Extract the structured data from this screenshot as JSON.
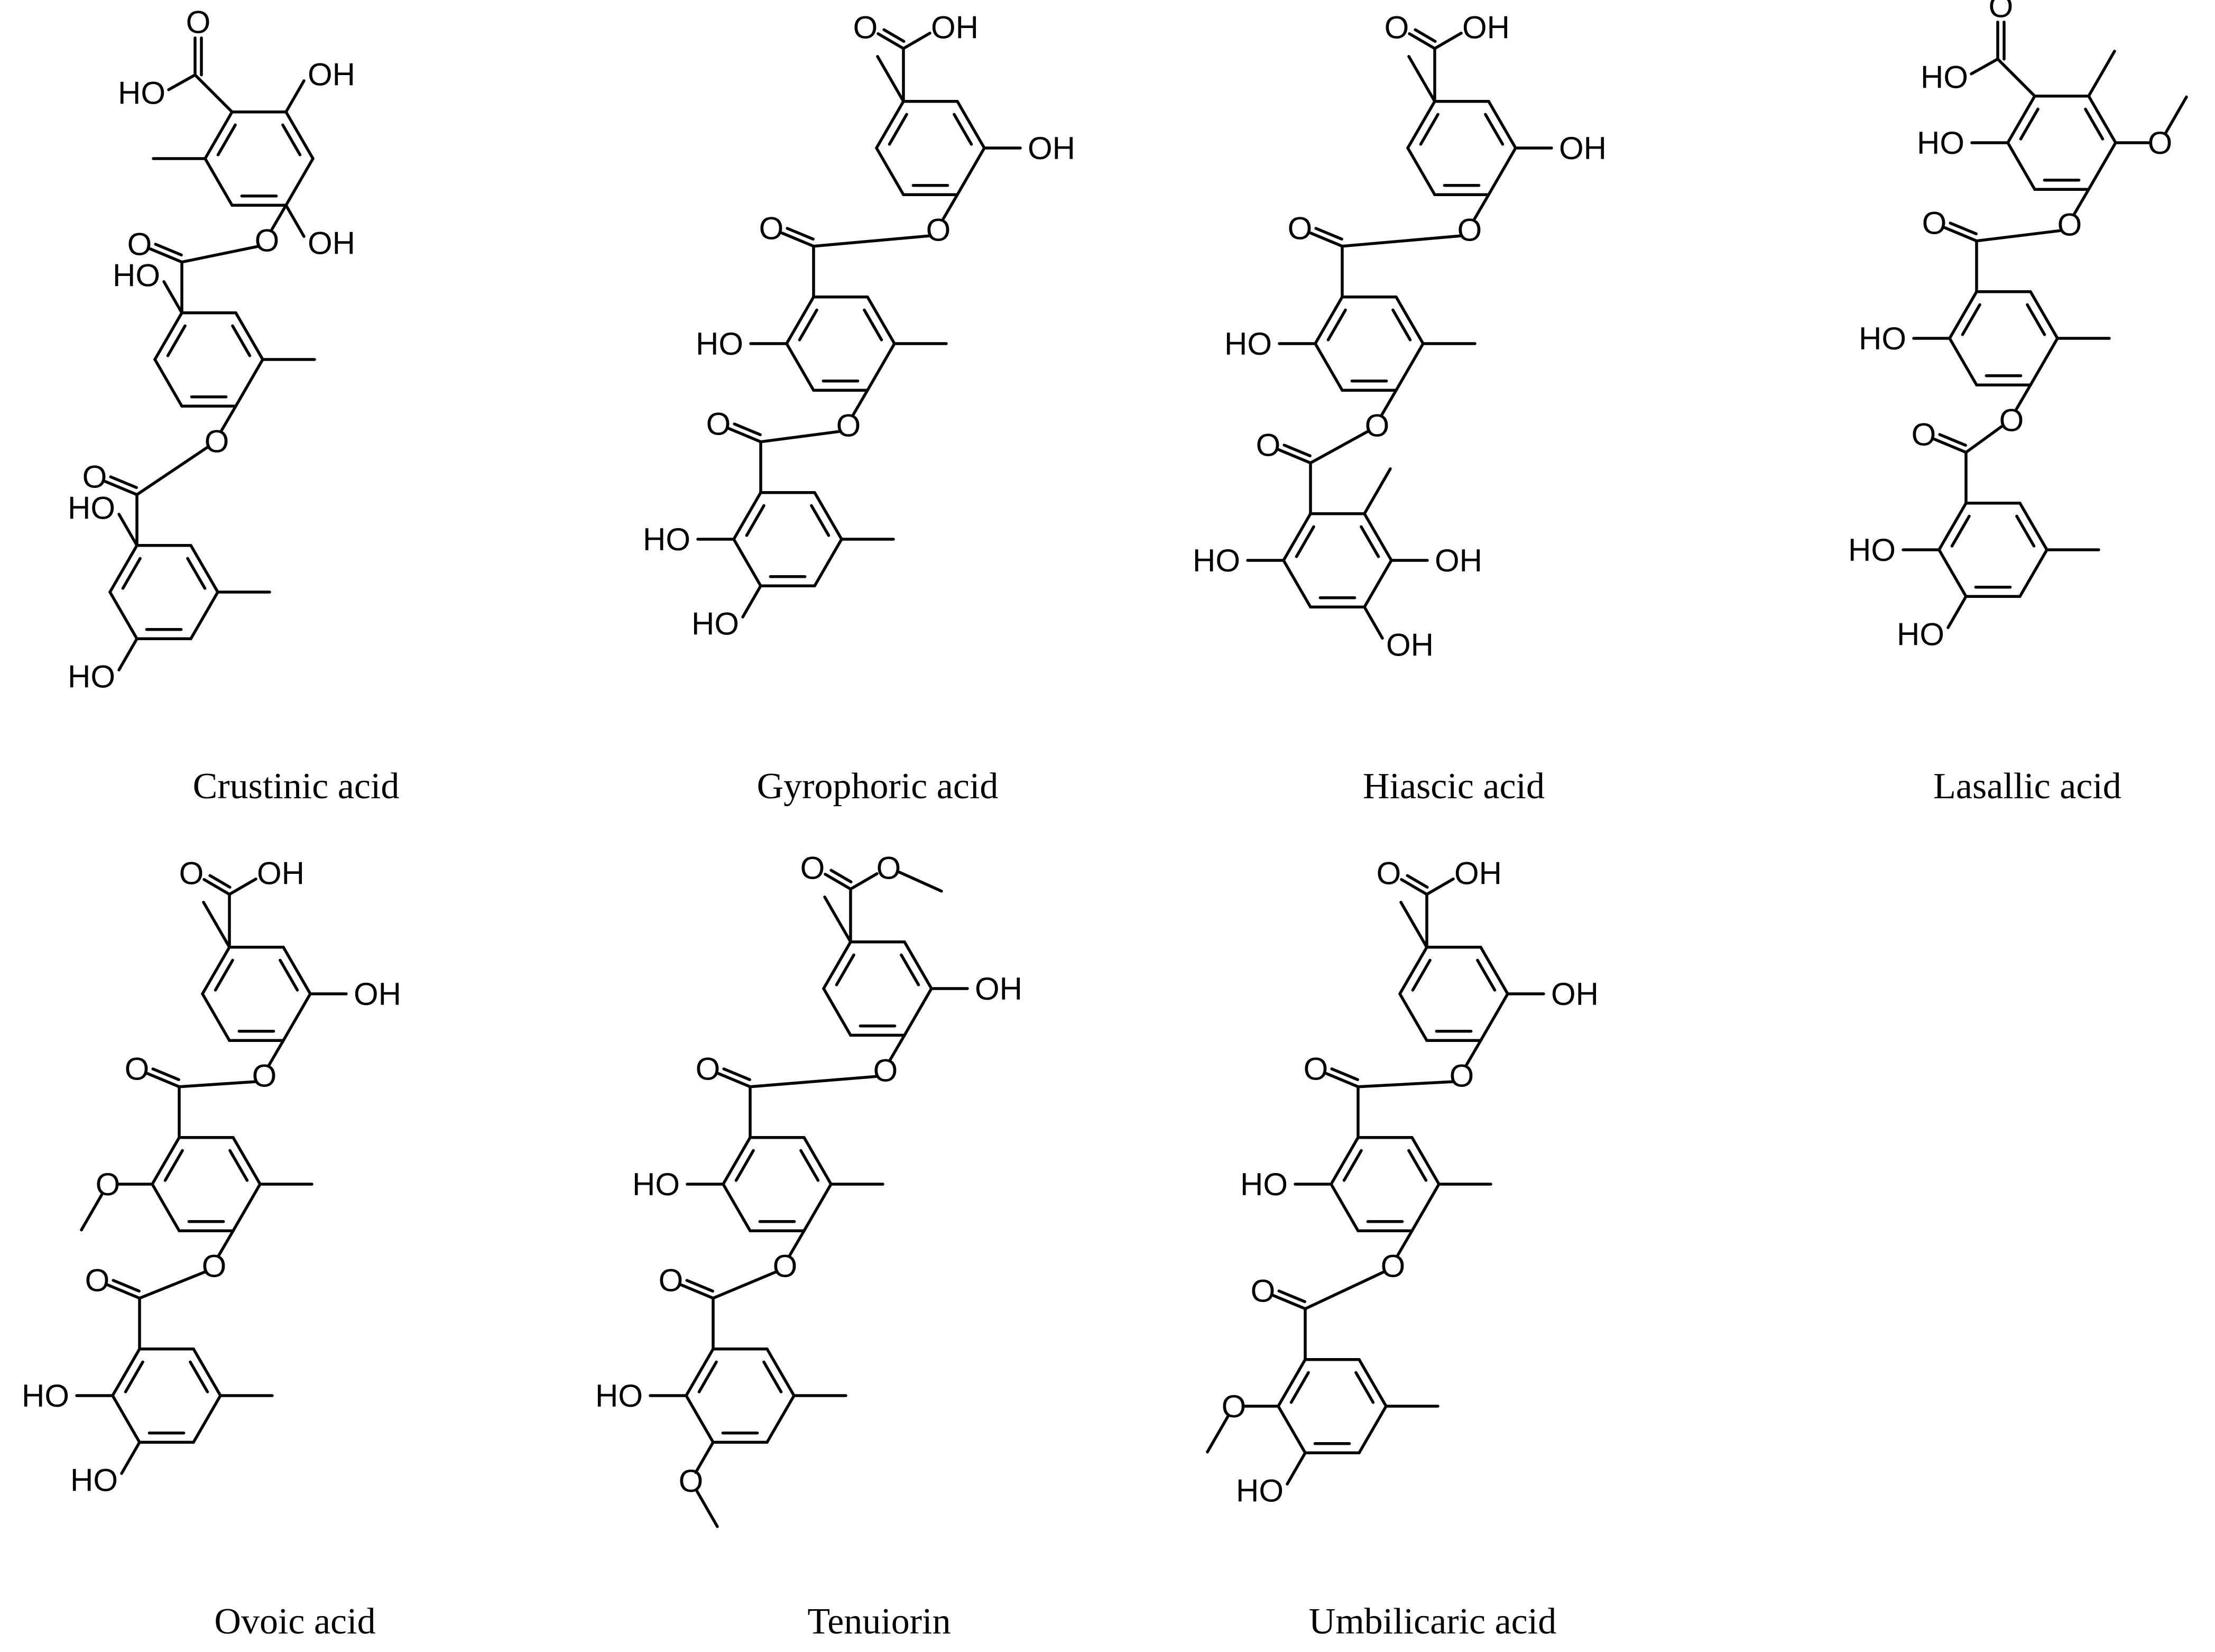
{
  "figure": {
    "compounds": [
      {
        "name": "Crustinic acid",
        "structure": "crustinic"
      },
      {
        "name": "Gyrophoric acid",
        "structure": "gyrophoric"
      },
      {
        "name": "Hiascic acid",
        "structure": "hiascic"
      },
      {
        "name": "Lasallic acid",
        "structure": "lasallic"
      },
      {
        "name": "Ovoic acid",
        "structure": "ovoic"
      },
      {
        "name": "Tenuiorin",
        "structure": "tenuiorin"
      },
      {
        "name": "Umbilicaric acid",
        "structure": "umbilicaric"
      }
    ],
    "atom_labels": {
      "hydroxyl": "OH",
      "hydroxyl_left": "HO",
      "oxygen": "O"
    },
    "colors": {
      "ink": "#000000",
      "background": "#ffffff"
    }
  }
}
